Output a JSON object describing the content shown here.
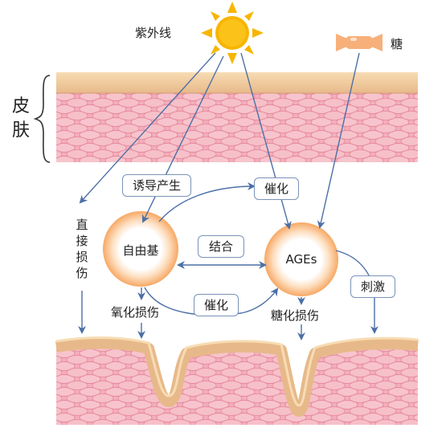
{
  "diagram": {
    "uv_label": "紫外线",
    "sugar_label": "糖",
    "skin_label": "皮肤",
    "induce_label": "诱导产生",
    "catalyze_top_label": "催化",
    "catalyze_bottom_label": "催化",
    "direct_damage_label": "直接损伤",
    "free_radical_label": "自由基",
    "combine_label": "结合",
    "ages_label": "AGEs",
    "stimulate_label": "刺激",
    "oxidative_damage_label": "氧化损伤",
    "glycation_damage_label": "糖化损伤"
  },
  "colors": {
    "sun": "#f8b500",
    "sugar": "#f7b07a",
    "skin_top": "#f0cf9d",
    "skin_dermis": "#f2a9b6",
    "arrow": "#4c6fa6",
    "node_glow": "#f6a560"
  }
}
